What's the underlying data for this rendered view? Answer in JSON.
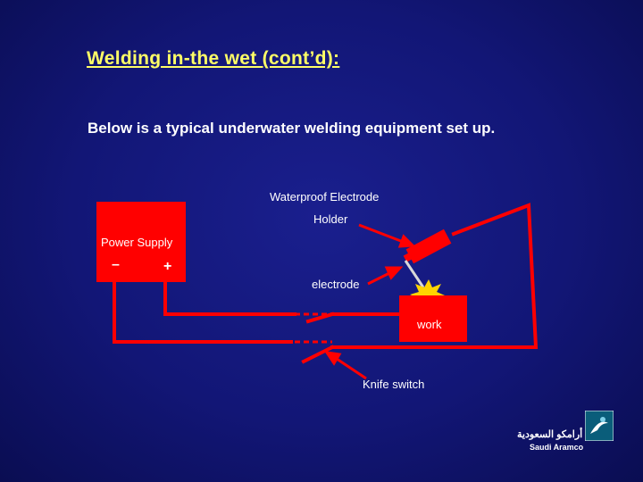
{
  "title": "Welding in-the wet (cont’d):",
  "subtitle": "Below is a typical underwater welding equipment set up.",
  "labels": {
    "electrode_holder_line1": "Waterproof Electrode",
    "electrode_holder_line2": "Holder",
    "power_supply": "Power Supply",
    "minus": "–",
    "plus": "+",
    "electrode": "electrode",
    "work": "work",
    "knife_switch": "Knife switch"
  },
  "logo": {
    "arabic": "أرامكو السعودية",
    "english": "Saudi Aramco"
  },
  "colors": {
    "title": "#ffff66",
    "wire": "#ff0000",
    "spark": "#ffd400",
    "text": "#ffffff"
  }
}
